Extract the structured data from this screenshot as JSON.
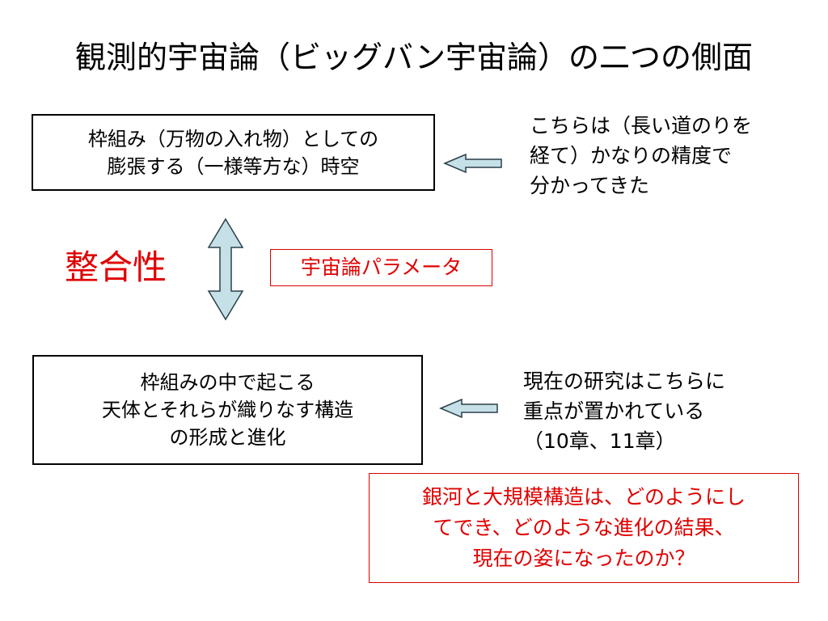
{
  "title": "観測的宇宙論（ビッグバン宇宙論）の二つの側面",
  "box_top": {
    "lines": [
      "枠組み（万物の入れ物）としての",
      "膨張する（一様等方な）時空"
    ]
  },
  "note_top": {
    "lines": [
      "こちらは（長い道のりを",
      "経て）かなりの精度で",
      "分かってきた"
    ]
  },
  "consistency_label": "整合性",
  "parameters_label": "宇宙論パラメータ",
  "box_bottom": {
    "lines": [
      "枠組みの中で起こる",
      "天体とそれらが織りなす構造",
      "の形成と進化"
    ]
  },
  "note_bottom": {
    "lines": [
      "現在の研究はこちらに",
      "重点が置かれている",
      "（10章、11章）"
    ]
  },
  "question": {
    "lines": [
      "銀河と大規模構造は、どのようにし",
      "てでき、どのような進化の結果、",
      "現在の姿になったのか？"
    ]
  },
  "colors": {
    "accent_red": "#e00000",
    "arrow_fill": "#c6e0e8",
    "arrow_stroke": "#2b3f48"
  },
  "icons": {
    "arrow_top": "left-arrow-icon",
    "arrow_bottom": "left-arrow-icon",
    "arrow_middle": "up-down-arrow-icon"
  }
}
